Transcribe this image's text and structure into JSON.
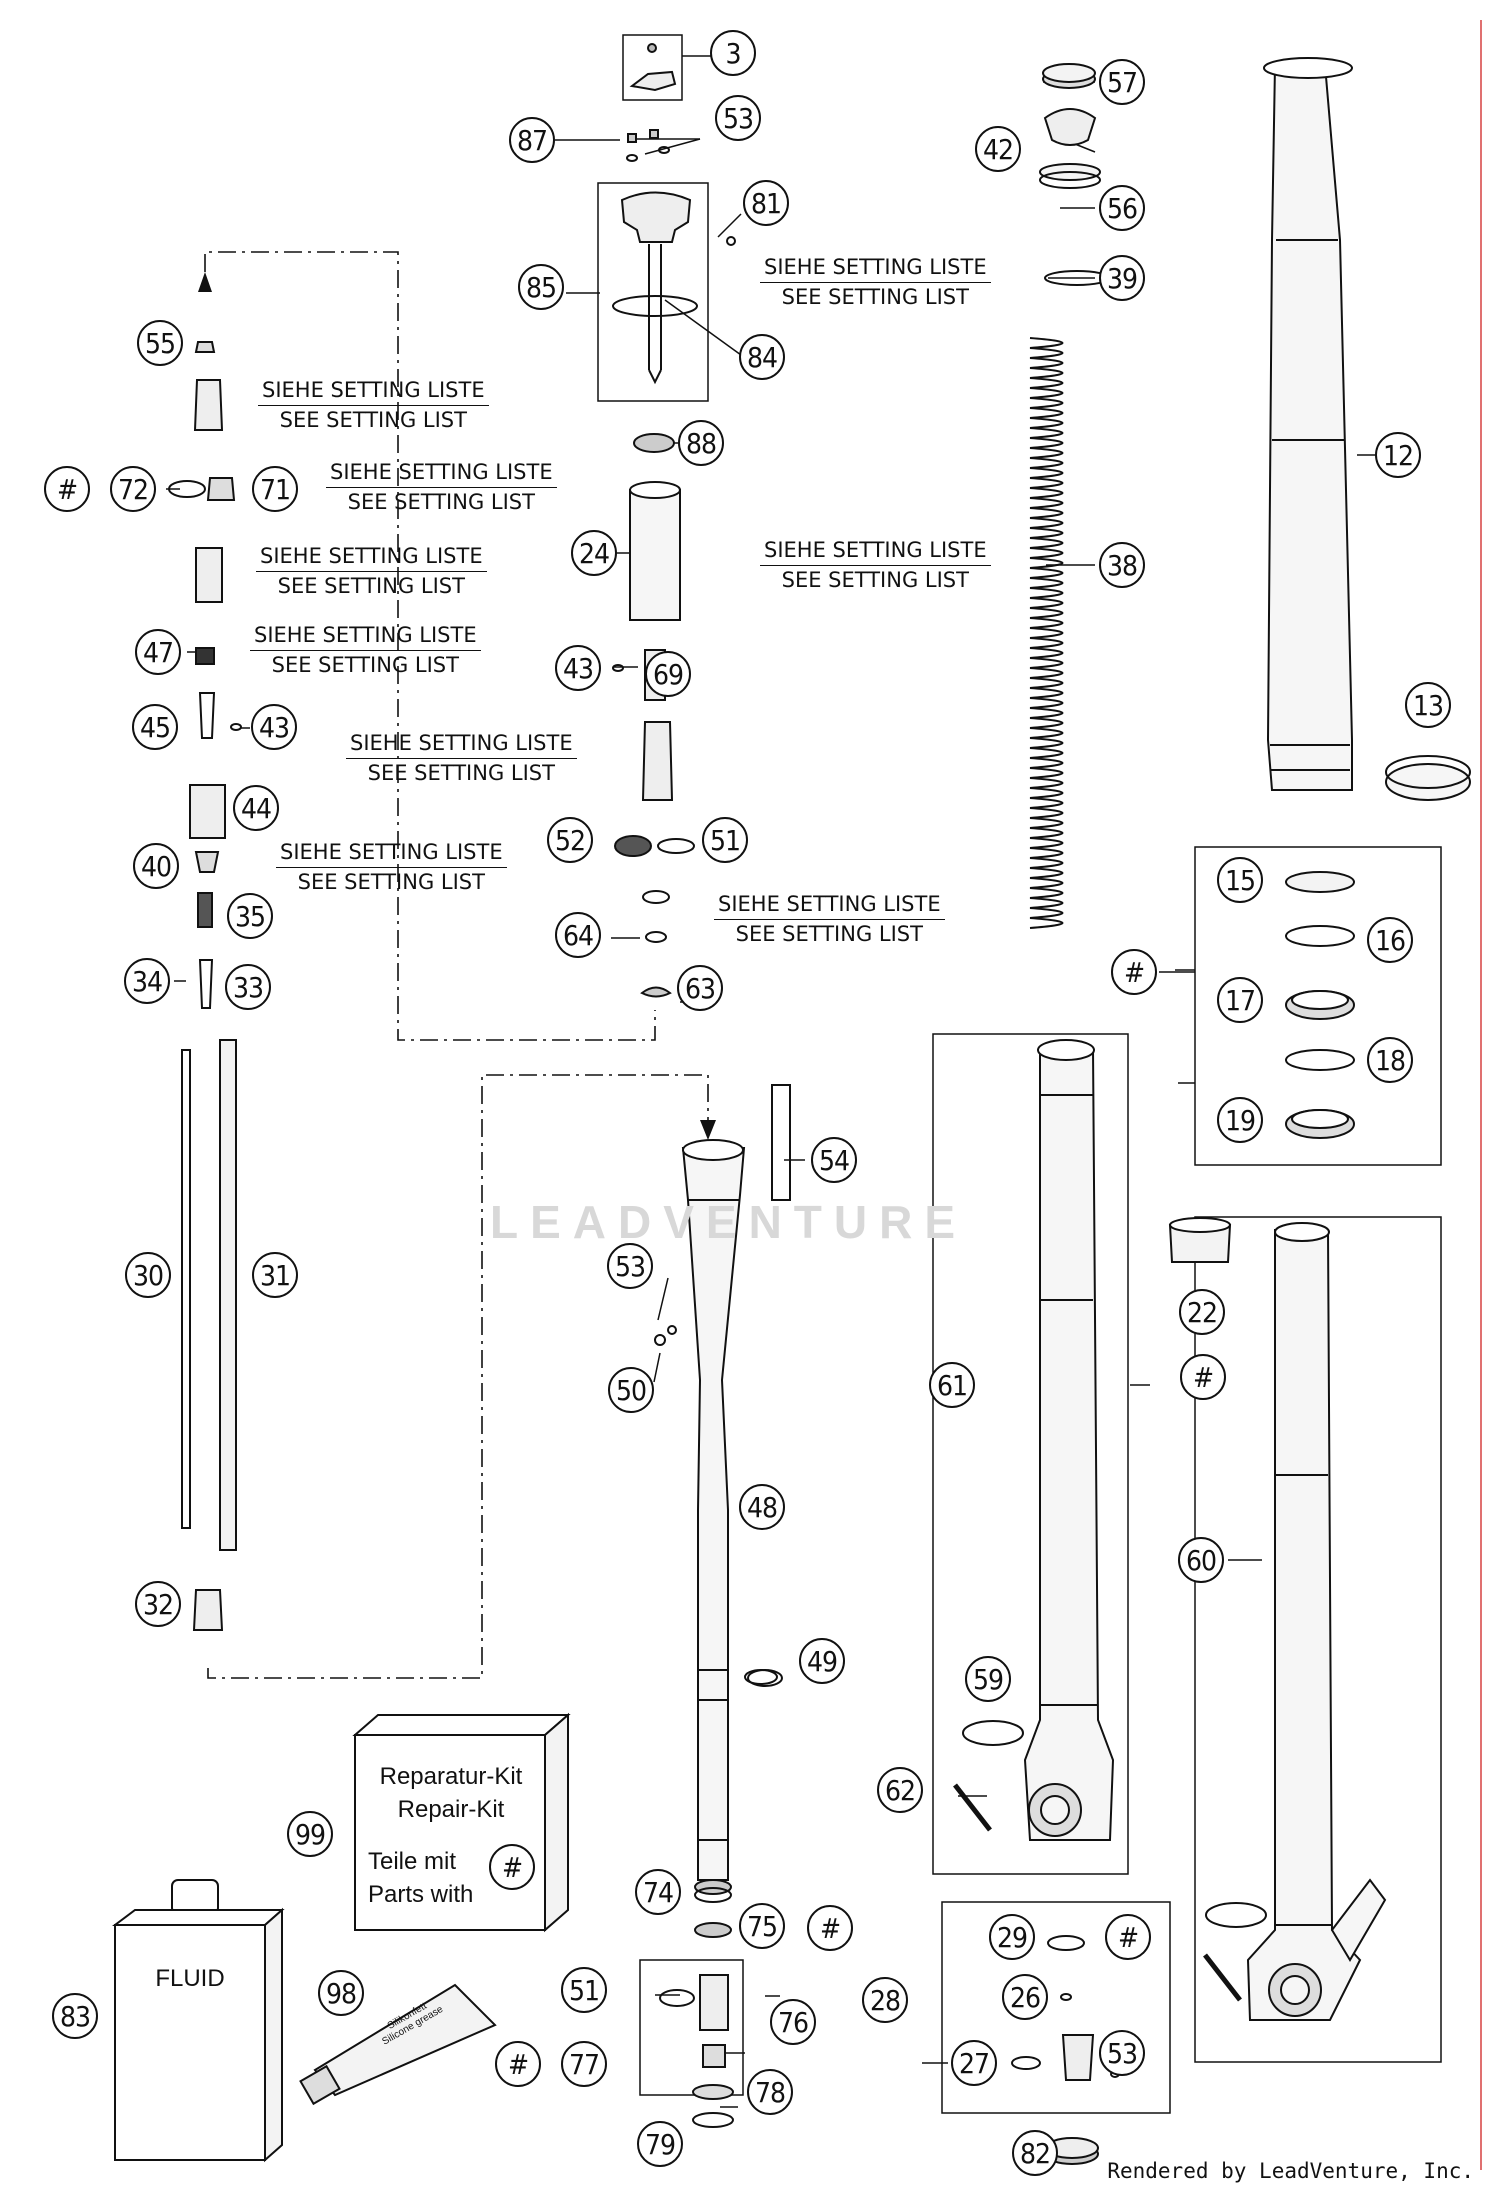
{
  "setting_note": {
    "de": "SIEHE SETTING LISTE",
    "en": "SEE SETTING LIST"
  },
  "hash_symbol": "#",
  "repair_kit": {
    "line1": "Reparatur-Kit",
    "line2": "Repair-Kit",
    "line3": "Teile mit",
    "line4": "Parts with"
  },
  "fluid_label": "FLUID",
  "grease_label": {
    "de": "Silikonfett",
    "en": "Silicone grease"
  },
  "watermark": "LEADVENTURE",
  "footer": "Rendered by LeadVenture, Inc.",
  "callouts": [
    "3",
    "87",
    "53",
    "57",
    "42",
    "56",
    "81",
    "85",
    "84",
    "39",
    "12",
    "55",
    "88",
    "72",
    "71",
    "24",
    "38",
    "47",
    "43",
    "69",
    "45",
    "43",
    "13",
    "44",
    "52",
    "51",
    "40",
    "35",
    "64",
    "15",
    "16",
    "17",
    "18",
    "19",
    "34",
    "33",
    "63",
    "54",
    "30",
    "31",
    "53",
    "22",
    "50",
    "61",
    "48",
    "60",
    "32",
    "49",
    "59",
    "62",
    "99",
    "74",
    "75",
    "29",
    "28",
    "26",
    "51",
    "76",
    "27",
    "53",
    "83",
    "98",
    "77",
    "78",
    "79",
    "82"
  ],
  "hash_callouts": [
    "#",
    "#",
    "#",
    "#",
    "#",
    "#"
  ]
}
